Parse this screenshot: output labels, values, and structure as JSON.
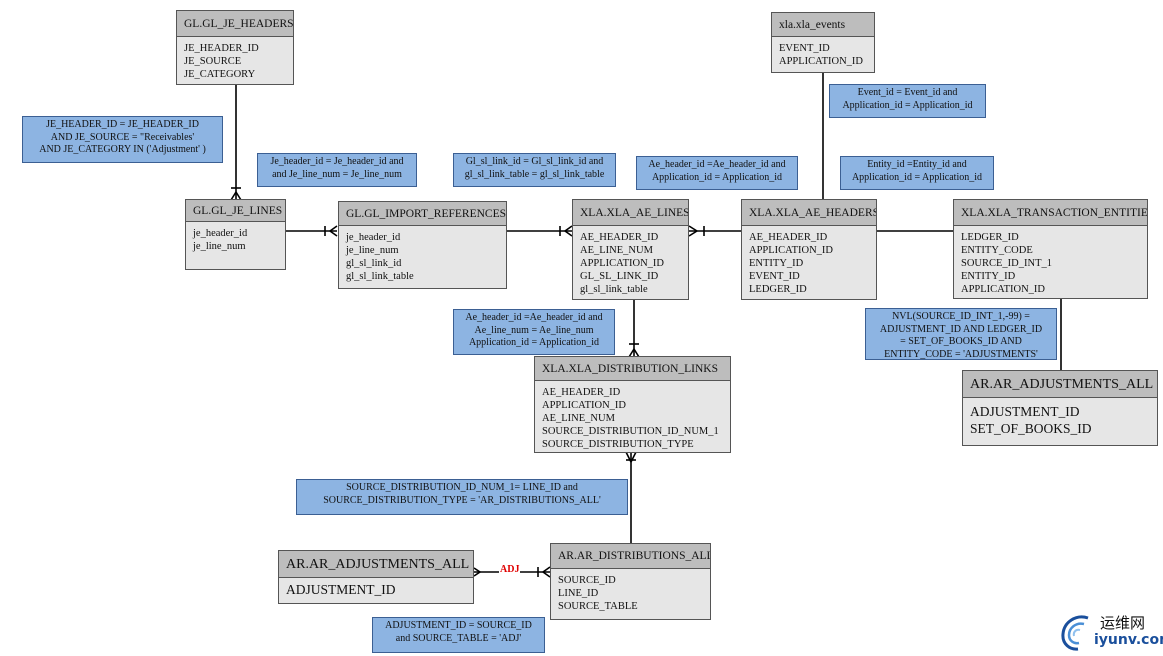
{
  "entities": {
    "gl_je_headers": {
      "title": "GL.GL_JE_HEADERS",
      "fields": [
        "JE_HEADER_ID",
        "JE_SOURCE",
        "JE_CATEGORY"
      ]
    },
    "gl_je_lines": {
      "title": "GL.GL_JE_LINES",
      "fields": [
        "je_header_id",
        "je_line_num"
      ]
    },
    "gl_import_references": {
      "title": "GL.GL_IMPORT_REFERENCES",
      "fields": [
        "je_header_id",
        "je_line_num",
        "gl_sl_link_id",
        "gl_sl_link_table"
      ]
    },
    "xla_ae_lines": {
      "title": "XLA.XLA_AE_LINES",
      "fields": [
        "AE_HEADER_ID",
        "AE_LINE_NUM",
        "APPLICATION_ID",
        "GL_SL_LINK_ID",
        "gl_sl_link_table"
      ]
    },
    "xla_ae_headers": {
      "title": "XLA.XLA_AE_HEADERS",
      "fields": [
        "AE_HEADER_ID",
        "APPLICATION_ID",
        "ENTITY_ID",
        "EVENT_ID",
        "LEDGER_ID"
      ]
    },
    "xla_events": {
      "title": "xla.xla_events",
      "fields": [
        "EVENT_ID",
        "APPLICATION_ID"
      ]
    },
    "xla_transaction_entities": {
      "title": "XLA.XLA_TRANSACTION_ENTITIES",
      "fields": [
        "LEDGER_ID",
        "ENTITY_CODE",
        "SOURCE_ID_INT_1",
        "ENTITY_ID",
        "APPLICATION_ID"
      ]
    },
    "xla_distribution_links": {
      "title": "XLA.XLA_DISTRIBUTION_LINKS",
      "fields": [
        "AE_HEADER_ID",
        "APPLICATION_ID",
        "AE_LINE_NUM",
        "SOURCE_DISTRIBUTION_ID_NUM_1",
        "SOURCE_DISTRIBUTION_TYPE"
      ]
    },
    "ar_adjustments_all_right": {
      "title": "AR.AR_ADJUSTMENTS_ALL",
      "fields": [
        "ADJUSTMENT_ID",
        "SET_OF_BOOKS_ID"
      ]
    },
    "ar_distributions_all": {
      "title": "AR.AR_DISTRIBUTIONS_ALL",
      "fields": [
        "SOURCE_ID",
        "LINE_ID",
        "SOURCE_TABLE"
      ]
    },
    "ar_adjustments_all_left": {
      "title": "AR.AR_ADJUSTMENTS_ALL",
      "fields": [
        "ADJUSTMENT_ID"
      ]
    }
  },
  "notes": {
    "je_header_condition": "JE_HEADER_ID = JE_HEADER_ID\nAND JE_SOURCE = \"Receivables'\nAND JE_CATEGORY IN ('Adjustment' )",
    "je_lines_to_import": "Je_header_id = Je_header_id and\nand Je_line_num = Je_line_num",
    "import_to_ae_lines": "Gl_sl_link_id = Gl_sl_link_id and\ngl_sl_link_table = gl_sl_link_table",
    "ae_lines_to_headers": "Ae_header_id =Ae_header_id and\nApplication_id = Application_id",
    "events_to_headers": "Event_id = Event_id and\nApplication_id = Application_id",
    "headers_to_entities": "Entity_id =Entity_id and\nApplication_id = Application_id",
    "entities_to_adjustments": "NVL(SOURCE_ID_INT_1,-99) =\nADJUSTMENT_ID AND LEDGER_ID\n= SET_OF_BOOKS_ID AND\nENTITY_CODE = 'ADJUSTMENTS'",
    "ae_lines_to_links": "Ae_header_id =Ae_header_id and\nAe_line_num = Ae_line_num\nApplication_id = Application_id",
    "links_to_distributions": "SOURCE_DISTRIBUTION_ID_NUM_1= LINE_ID and\nSOURCE_DISTRIBUTION_TYPE = 'AR_DISTRIBUTIONS_ALL'",
    "distributions_to_adjustments": "ADJUSTMENT_ID = SOURCE_ID\nand SOURCE_TABLE = 'ADJ'"
  },
  "relation_labels": {
    "adj": "ADJ"
  },
  "watermark": {
    "cn": "运维网",
    "url": "iyunv.com"
  },
  "colors": {
    "entity_header": "#bdbdbd",
    "entity_body": "#e6e6e6",
    "note_fill": "#8db4e2",
    "note_border": "#3b5f93",
    "adj_label": "#e00000",
    "watermark_blue": "#1a4f9c"
  }
}
